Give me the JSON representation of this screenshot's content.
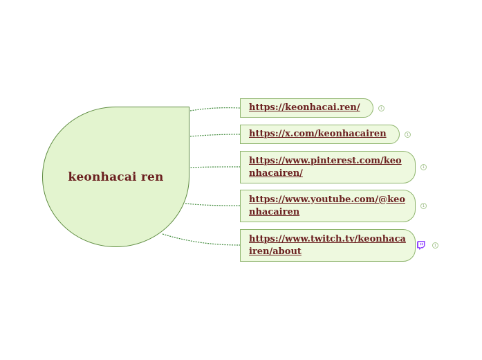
{
  "central": {
    "title": "keonhacai ren"
  },
  "nodes": [
    {
      "label": "https://keonhacai.ren/",
      "badge": "1"
    },
    {
      "label": "https://x.com/keonhacairen",
      "badge": "1"
    },
    {
      "label": "https://www.pinterest.com/keonhacairen/",
      "badge": "1"
    },
    {
      "label": "https://www.youtube.com/@keonhacairen",
      "badge": "1"
    },
    {
      "label": "https://www.twitch.tv/keonhacairen/about",
      "badge": "1"
    }
  ],
  "icons": {
    "node5": "twitch-icon"
  },
  "colors": {
    "central_fill": "#e3f4cf",
    "central_border": "#5c8a3e",
    "node_fill": "#eef9df",
    "node_border": "#8fb56e",
    "text": "#6b2020",
    "connector": "#3f8a3a",
    "twitch": "#9146ff"
  }
}
